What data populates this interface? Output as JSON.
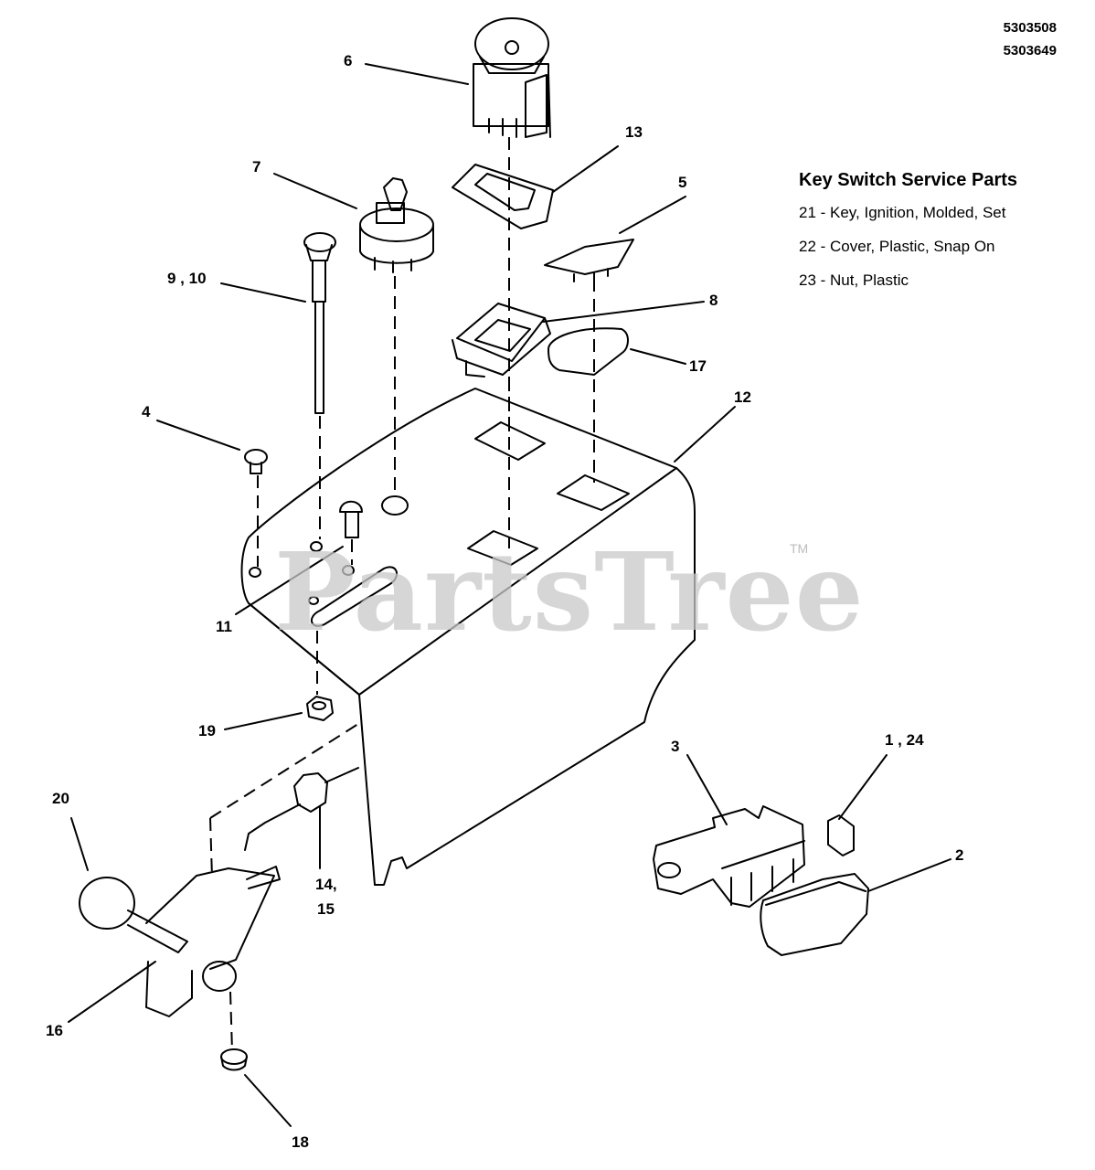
{
  "doc_ids": [
    "5303508",
    "5303649"
  ],
  "service_parts": {
    "title": "Key Switch Service Parts",
    "items": [
      "21 - Key, Ignition, Molded, Set",
      "22 - Cover, Plastic, Snap On",
      "23 - Nut, Plastic"
    ]
  },
  "callouts": [
    "6",
    "7",
    "13",
    "5",
    "9 , 10",
    "8",
    "17",
    "12",
    "4",
    "11",
    "19",
    "20",
    "3",
    "1 , 24",
    "14,",
    "15",
    "2",
    "16",
    "18"
  ],
  "watermark": {
    "text": "PartsTree",
    "trademark": "TM"
  }
}
